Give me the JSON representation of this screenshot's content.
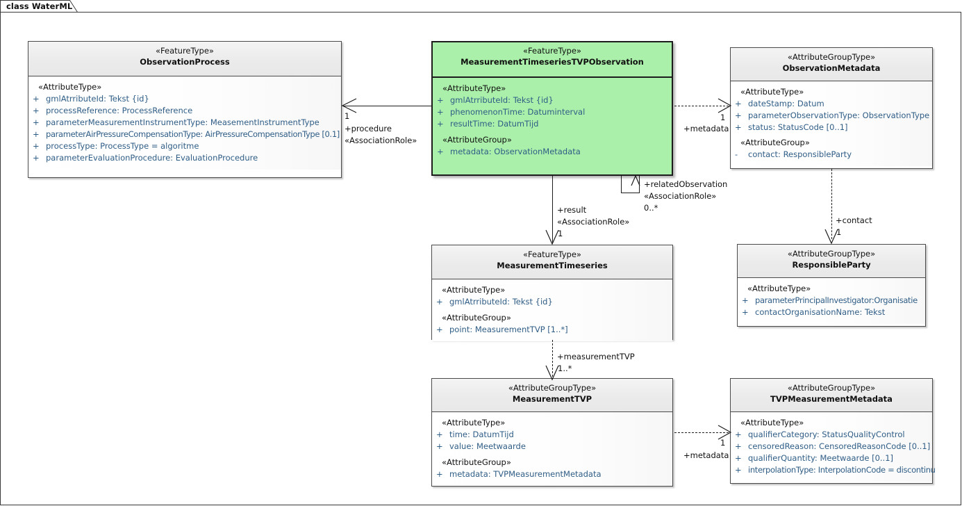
{
  "diagram": {
    "tab_label": "class WaterML",
    "accent_green": "#aaf0aa",
    "attr_color": "#2f5d86",
    "line_color": "#1c1c1c"
  },
  "classes": {
    "observation_process": {
      "stereotype": "«FeatureType»",
      "name": "ObservationProcess",
      "sections": [
        {
          "group": "«AttributeType»",
          "attributes": [
            {
              "vis": "+",
              "text": "gmlAtrributeId: Tekst {id}"
            },
            {
              "vis": "+",
              "text": "processReference: ProcessReference"
            },
            {
              "vis": "+",
              "text": "parameterMeasurementInstrumentType: MeasementInstrumentType"
            },
            {
              "vis": "+",
              "text": "parameterAirPressureCompensationType: AirPressureCompensationType [0.1]"
            },
            {
              "vis": "+",
              "text": "processType: ProcessType = algoritme"
            },
            {
              "vis": "+",
              "text": "parameterEvaluationProcedure: EvaluationProcedure"
            }
          ]
        }
      ]
    },
    "mts_tvp_observation": {
      "stereotype": "«FeatureType»",
      "name": "MeasurementTimeseriesTVPObservation",
      "sections": [
        {
          "group": "«AttributeType»",
          "attributes": [
            {
              "vis": "+",
              "text": "gmlAtrributeId: Tekst {id}"
            },
            {
              "vis": "+",
              "text": "phenomenonTime: Datuminterval"
            },
            {
              "vis": "+",
              "text": "resultTime: DatumTijd"
            }
          ]
        },
        {
          "group": "«AttributeGroup»",
          "attributes": [
            {
              "vis": "+",
              "text": "metadata: ObservationMetadata"
            }
          ]
        }
      ]
    },
    "observation_metadata": {
      "stereotype": "«AttributeGroupType»",
      "name": "ObservationMetadata",
      "sections": [
        {
          "group": "«AttributeType»",
          "attributes": [
            {
              "vis": "+",
              "text": "dateStamp: Datum"
            },
            {
              "vis": "+",
              "text": "parameterObservationType: ObservationType"
            },
            {
              "vis": "+",
              "text": "status: StatusCode [0..1]"
            }
          ]
        },
        {
          "group": "«AttributeGroup»",
          "attributes": [
            {
              "vis": "-",
              "text": "contact: ResponsibleParty"
            }
          ]
        }
      ]
    },
    "measurement_timeseries": {
      "stereotype": "«FeatureType»",
      "name": "MeasurementTimeseries",
      "sections": [
        {
          "group": "«AttributeType»",
          "attributes": [
            {
              "vis": "+",
              "text": "gmlAtrributeId: Tekst {id}"
            }
          ]
        },
        {
          "group": "«AttributeGroup»",
          "attributes": [
            {
              "vis": "+",
              "text": "point: MeasurementTVP [1..*]"
            }
          ]
        }
      ]
    },
    "responsible_party": {
      "stereotype": "«AttributeGroupType»",
      "name": "ResponsibleParty",
      "sections": [
        {
          "group": "«AttributeType»",
          "attributes": [
            {
              "vis": "+",
              "text": "parameterPrincipalInvestigator:Organisatie"
            },
            {
              "vis": "+",
              "text": "contactOrganisationName: Tekst"
            }
          ]
        }
      ]
    },
    "measurement_tvp": {
      "stereotype": "«AttributeGroupType»",
      "name": "MeasurementTVP",
      "sections": [
        {
          "group": "«AttributeType»",
          "attributes": [
            {
              "vis": "+",
              "text": "time: DatumTijd"
            },
            {
              "vis": "+",
              "text": "value: Meetwaarde"
            }
          ]
        },
        {
          "group": "«AttributeGroup»",
          "attributes": [
            {
              "vis": "+",
              "text": "metadata: TVPMeasurementMetadata"
            }
          ]
        }
      ]
    },
    "tvp_measurement_metadata": {
      "stereotype": "«AttributeGroupType»",
      "name": "TVPMeasurementMetadata",
      "sections": [
        {
          "group": "«AttributeType»",
          "attributes": [
            {
              "vis": "+",
              "text": "qualifierCategory: StatusQualityControl"
            },
            {
              "vis": "+",
              "text": "censoredReason: CensoredReasonCode [0..1]"
            },
            {
              "vis": "+",
              "text": "qualifierQuantity: Meetwaarde [0..1]"
            },
            {
              "vis": "+",
              "text": "interpolationType: InterpolationCode = discontinu"
            }
          ]
        }
      ]
    }
  },
  "connectors": {
    "procedure": {
      "role": "+procedure",
      "stereotype": "«AssociationRole»",
      "multiplicity": "1"
    },
    "metadata_observation": {
      "role": "+metadata",
      "multiplicity": "1"
    },
    "related_observation": {
      "role": "+relatedObservation",
      "stereotype": "«AssociationRole»",
      "multiplicity": "0..*"
    },
    "result": {
      "role": "+result",
      "stereotype": "«AssociationRole»",
      "multiplicity": "1"
    },
    "contact": {
      "role": "+contact",
      "multiplicity": "1"
    },
    "measurement_tvp": {
      "role": "+measurementTVP",
      "multiplicity": "1..*"
    },
    "metadata_tvp": {
      "role": "+metadata",
      "multiplicity": "1"
    }
  }
}
